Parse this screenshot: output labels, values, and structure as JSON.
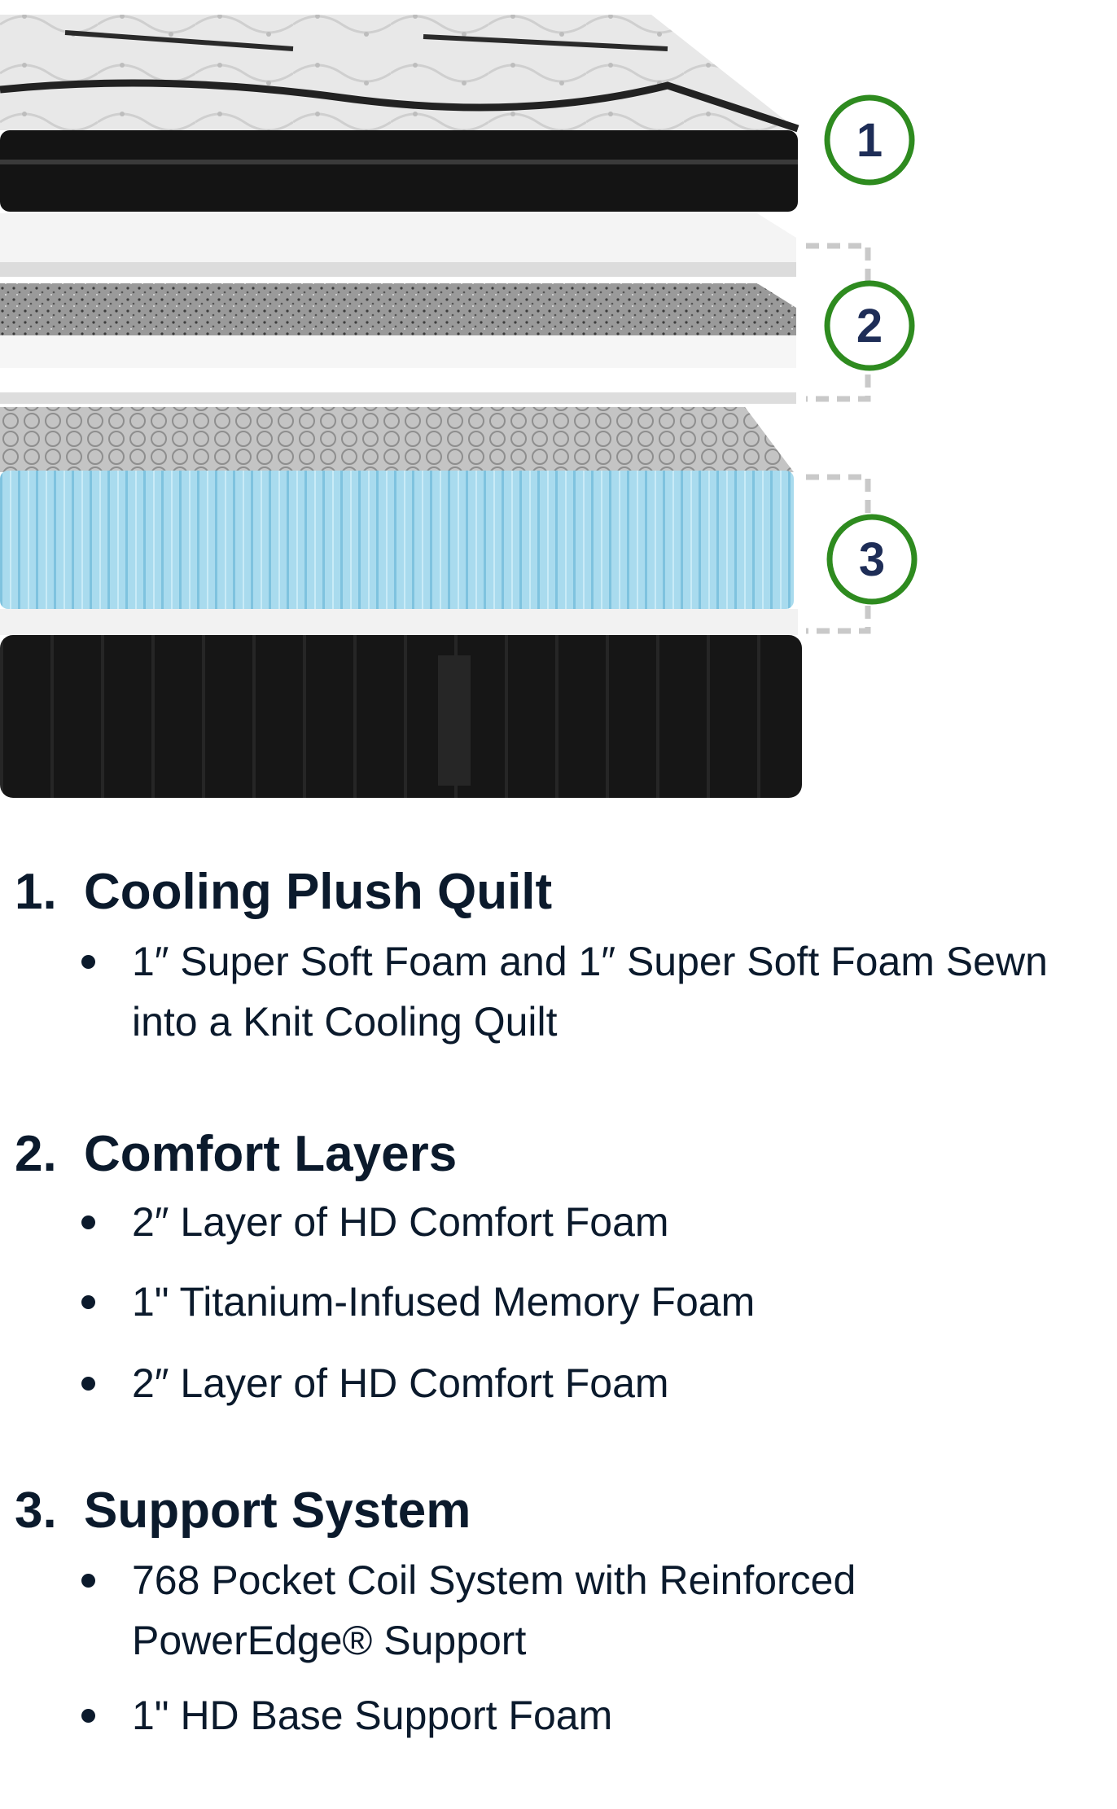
{
  "colors": {
    "badge_ring": "#2e8b1f",
    "badge_text": "#1e2d57",
    "coil": "#a9dbee",
    "heading_text": "#0b1a2c"
  },
  "layer_markers": [
    {
      "label": "1"
    },
    {
      "label": "2"
    },
    {
      "label": "3"
    }
  ],
  "sections": [
    {
      "number": "1.",
      "title": "Cooling Plush Quilt",
      "bullets": [
        [
          "1″ Super Soft Foam and 1″ Super Soft Foam Sewn",
          "into a Knit Cooling Quilt"
        ]
      ]
    },
    {
      "number": "2.",
      "title": "Comfort Layers",
      "bullets": [
        [
          "2″ Layer of HD Comfort Foam"
        ],
        [
          "1\" Titanium-Infused Memory Foam"
        ],
        [
          "2″ Layer of HD Comfort Foam"
        ]
      ]
    },
    {
      "number": "3.",
      "title": "Support System",
      "bullets": [
        [
          "768 Pocket Coil System with Reinforced",
          "PowerEdge® Support"
        ],
        [
          "1\" HD Base Support Foam"
        ]
      ]
    }
  ]
}
